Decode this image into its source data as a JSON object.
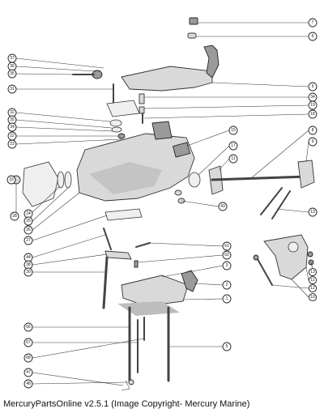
{
  "caption": "MercuryPartsOnline v2.5.1 (Image Copyright- Mercury Marine)",
  "diagram": {
    "callouts_right": [
      "7",
      "6",
      "9",
      "34",
      "19",
      "18",
      "8",
      "9",
      "15",
      "17",
      "11",
      "13",
      "43",
      "61",
      "62",
      "3",
      "2",
      "1",
      "13",
      "11",
      "12",
      "10",
      "5"
    ],
    "callouts_left": [
      "37",
      "36",
      "35",
      "31",
      "32",
      "35",
      "34",
      "22",
      "23",
      "33",
      "28",
      "24",
      "25",
      "26",
      "27",
      "44",
      "38",
      "30",
      "66",
      "67",
      "68",
      "47",
      "48"
    ]
  }
}
